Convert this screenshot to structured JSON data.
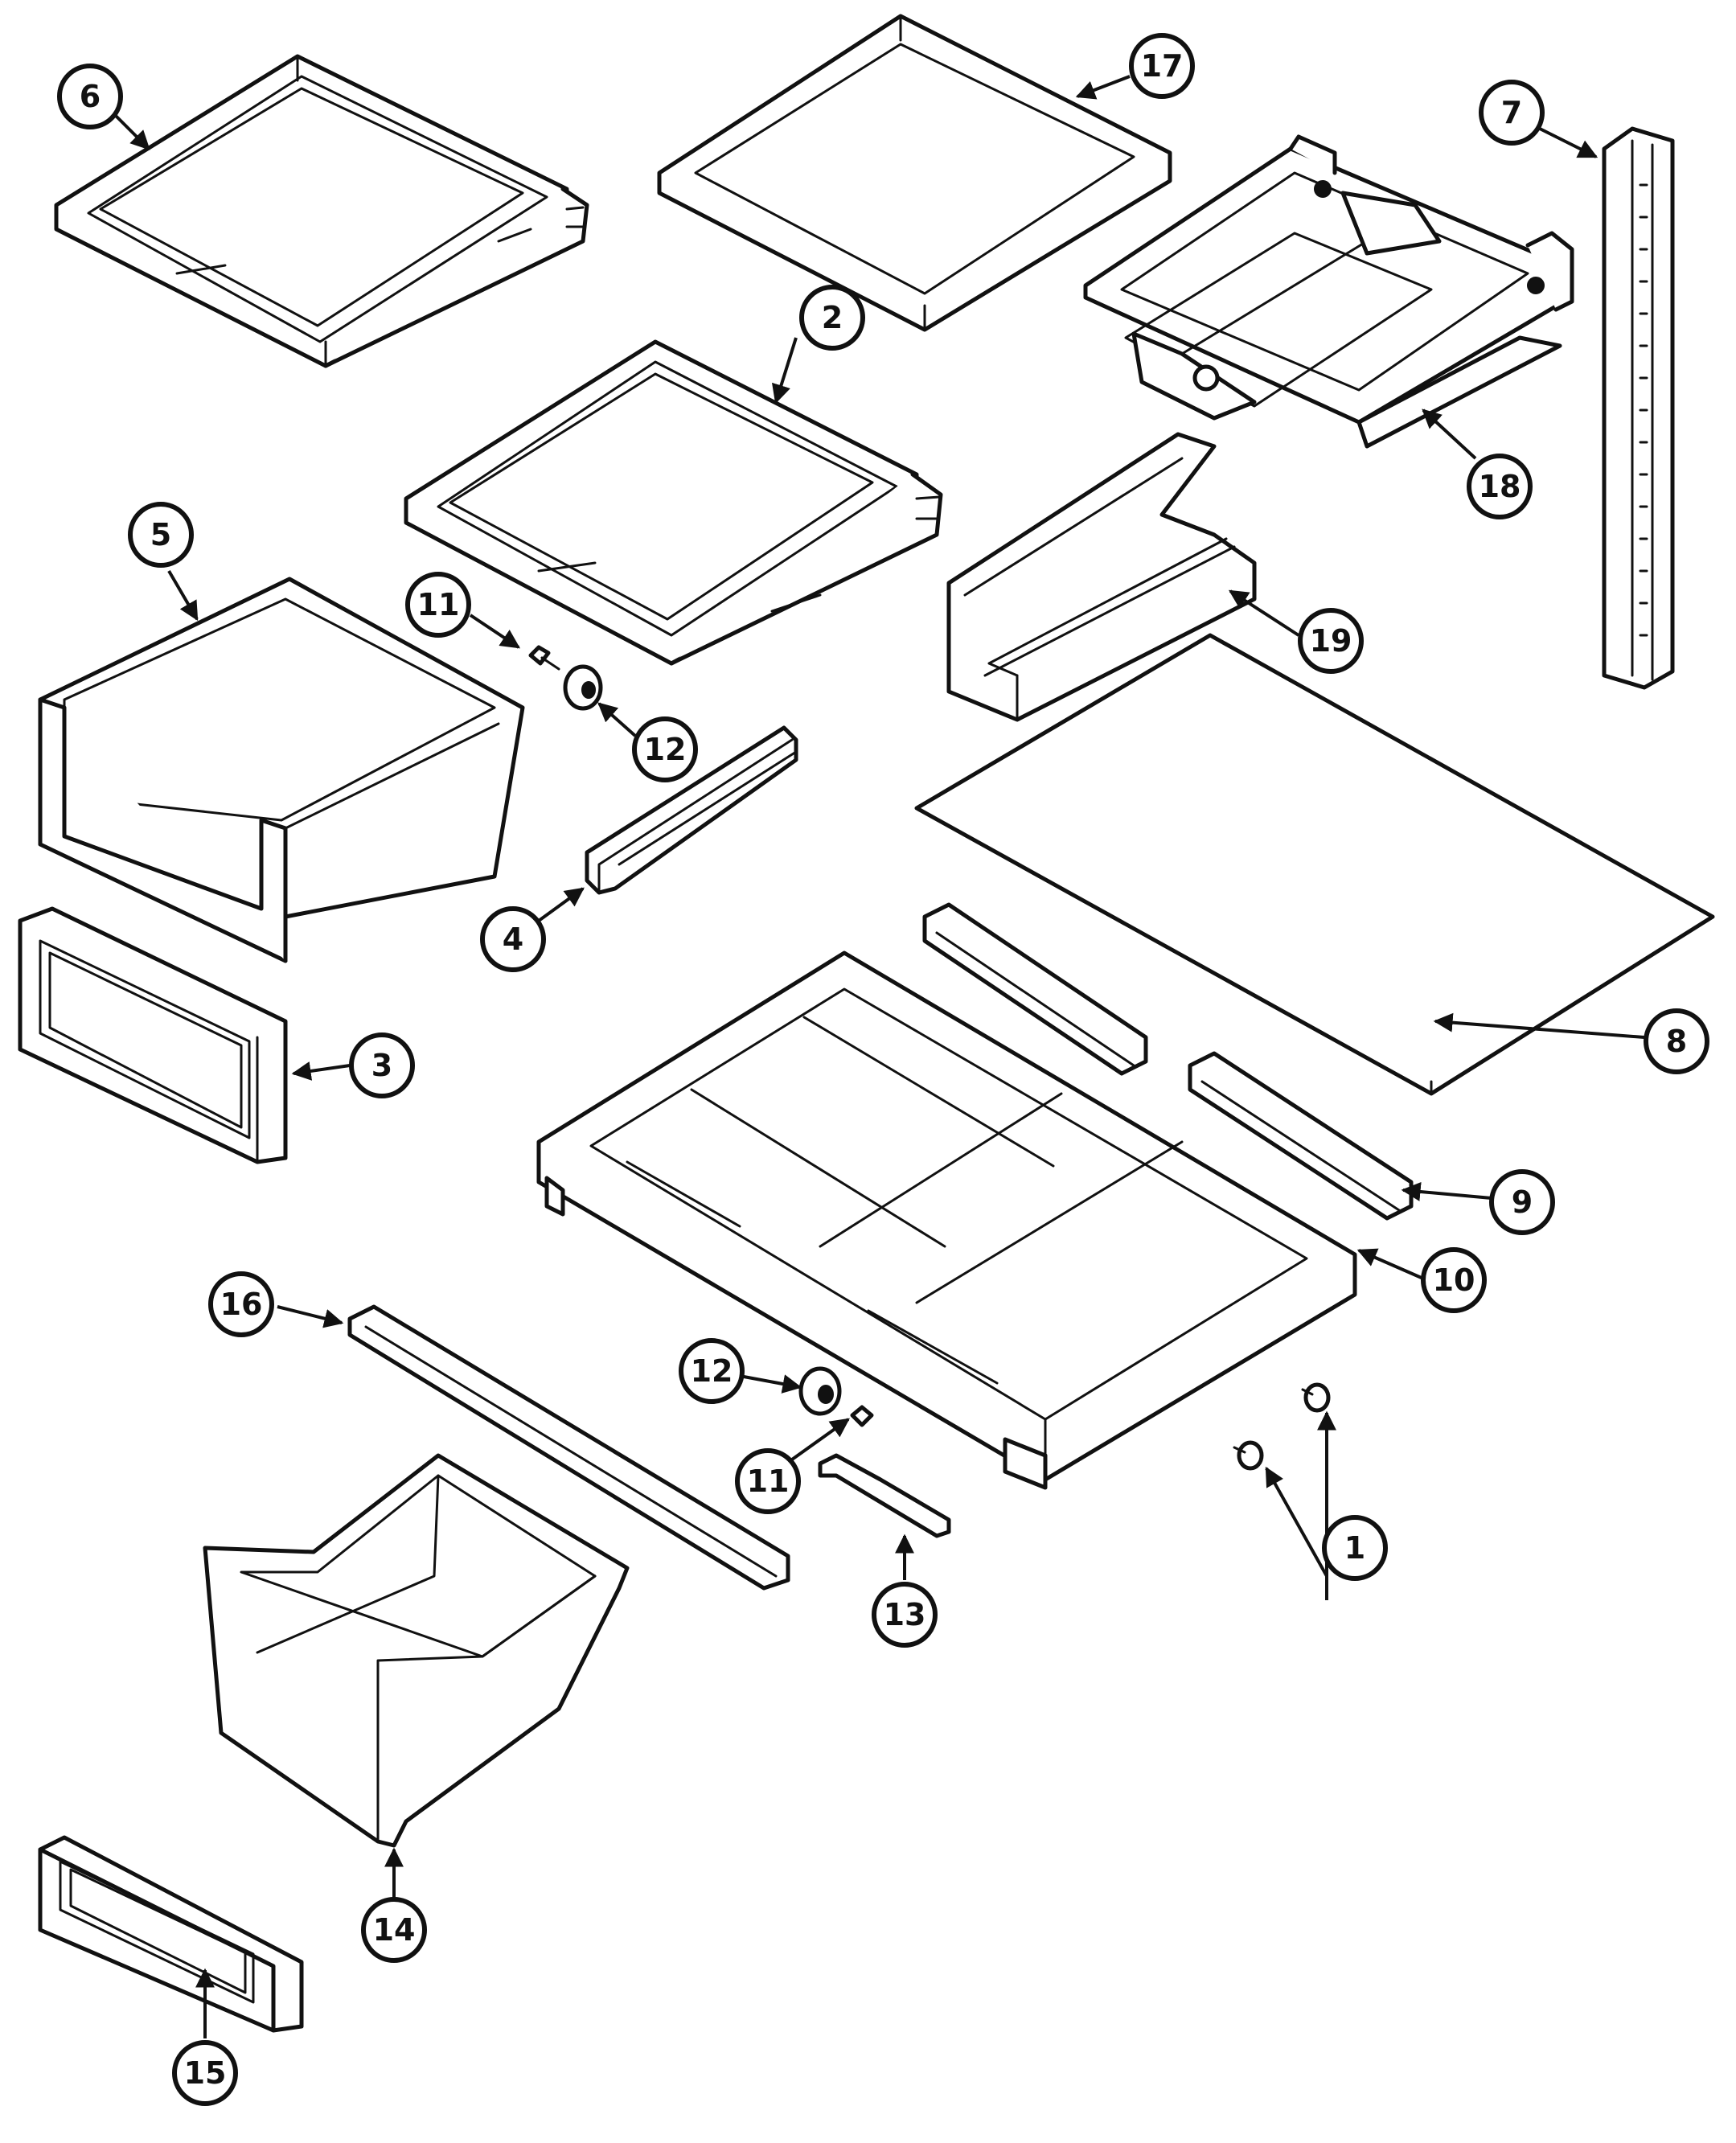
{
  "colors": {
    "ink": "#111111",
    "paper": "#ffffff"
  },
  "callouts": [
    {
      "part": "door-screw",
      "label": "1"
    },
    {
      "part": "upper-shelf",
      "label": "2"
    },
    {
      "part": "crisper-front",
      "label": "3"
    },
    {
      "part": "drawer-slide",
      "label": "4"
    },
    {
      "part": "crisper-drawer",
      "label": "5"
    },
    {
      "part": "top-shelf",
      "label": "6"
    },
    {
      "part": "shelf-ladder-rail",
      "label": "7"
    },
    {
      "part": "glass-panel",
      "label": "8"
    },
    {
      "part": "slide-rail",
      "label": "9"
    },
    {
      "part": "crisper-cover-frame",
      "label": "10"
    },
    {
      "part": "screw-upper",
      "label": "11"
    },
    {
      "part": "roller-upper",
      "label": "12"
    },
    {
      "part": "roller-lower",
      "label": "12"
    },
    {
      "part": "screw-lower",
      "label": "11"
    },
    {
      "part": "slide-stop",
      "label": "13"
    },
    {
      "part": "meat-drawer",
      "label": "14"
    },
    {
      "part": "meat-drawer-front",
      "label": "15"
    },
    {
      "part": "drawer-rail",
      "label": "16"
    },
    {
      "part": "glass-shelf",
      "label": "17"
    },
    {
      "part": "flip-shelf-assembly",
      "label": "18"
    },
    {
      "part": "tray-support",
      "label": "19"
    }
  ]
}
